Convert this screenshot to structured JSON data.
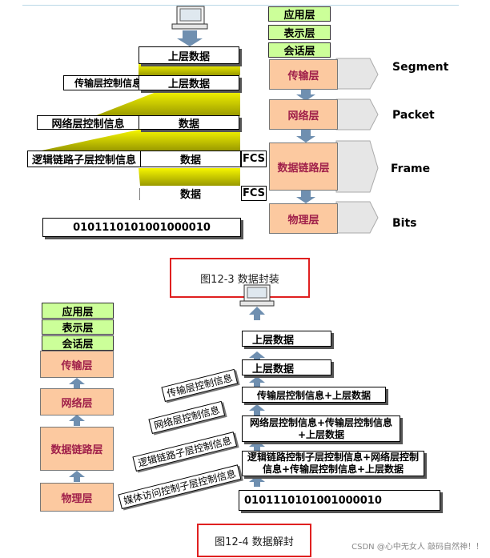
{
  "fig1": {
    "upper_data": "上层数据",
    "transport_ctrl": "传输层控制信息",
    "network_ctrl": "网络层控制信息",
    "data": "数据",
    "llc_ctrl": "逻辑链路子层控制信息",
    "fcs": "FCS",
    "bits": "0101110101001000010",
    "layers": [
      "应用层",
      "表示层",
      "会话层",
      "传输层",
      "网络层",
      "数据链路层",
      "物理层"
    ],
    "units": [
      "Segment",
      "Packet",
      "Frame",
      "Bits"
    ],
    "caption": "图12-3 数据封装"
  },
  "fig2": {
    "layers": [
      "应用层",
      "表示层",
      "会话层",
      "传输层",
      "网络层",
      "数据链路层",
      "物理层"
    ],
    "right_boxes": [
      "上层数据",
      "上层数据",
      "传输层控制信息+上层数据",
      "网络层控制信息+传输层控制信息+上层数据",
      "逻辑链路控制子层控制信息+网络层控制信息+传输层控制信息+上层数据",
      "0101110101001000010"
    ],
    "tilted": [
      "传输层控制信息",
      "网络层控制信息",
      "逻辑链路子层控制信息",
      "媒体访问控制子层控制信息"
    ],
    "caption": "图12-4 数据解封"
  },
  "watermark": "CSDN @心中无女人 敲码自然神！！",
  "colors": {
    "green": "#ccff99",
    "orange": "#fcc9a0",
    "arrow": "#6f8fb0",
    "yellow": "#d4d400",
    "caption_border": "#e02020"
  }
}
